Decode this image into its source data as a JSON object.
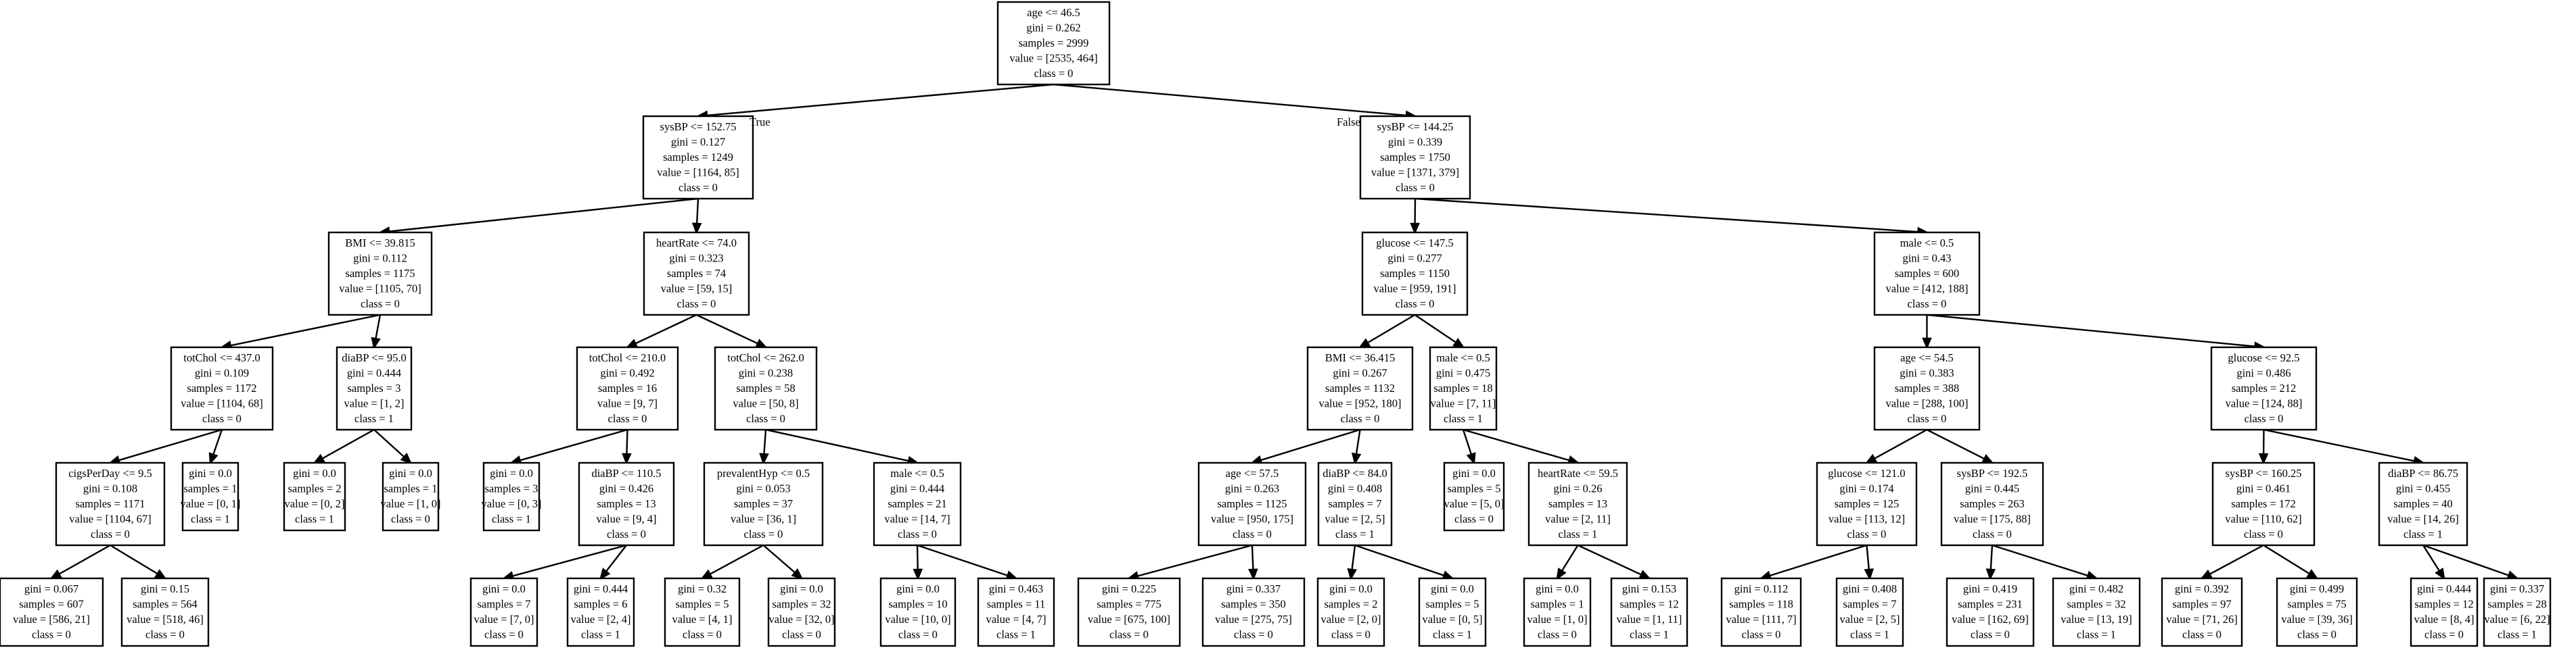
{
  "edge_labels": {
    "true": "True",
    "false": "False"
  },
  "nodes": {
    "n0": [
      "age <= 46.5",
      "gini = 0.262",
      "samples = 2999",
      "value = [2535, 464]",
      "class = 0"
    ],
    "n1": [
      "sysBP <= 152.75",
      "gini = 0.127",
      "samples = 1249",
      "value = [1164, 85]",
      "class = 0"
    ],
    "n2": [
      "sysBP <= 144.25",
      "gini = 0.339",
      "samples = 1750",
      "value = [1371, 379]",
      "class = 0"
    ],
    "n3": [
      "BMI <= 39.815",
      "gini = 0.112",
      "samples = 1175",
      "value = [1105, 70]",
      "class = 0"
    ],
    "n4": [
      "heartRate <= 74.0",
      "gini = 0.323",
      "samples = 74",
      "value = [59, 15]",
      "class = 0"
    ],
    "n5": [
      "glucose <= 147.5",
      "gini = 0.277",
      "samples = 1150",
      "value = [959, 191]",
      "class = 0"
    ],
    "n6": [
      "male <= 0.5",
      "gini = 0.43",
      "samples = 600",
      "value = [412, 188]",
      "class = 0"
    ],
    "n7": [
      "totChol <= 437.0",
      "gini = 0.109",
      "samples = 1172",
      "value = [1104, 68]",
      "class = 0"
    ],
    "n8": [
      "diaBP <= 95.0",
      "gini = 0.444",
      "samples = 3",
      "value = [1, 2]",
      "class = 1"
    ],
    "n9": [
      "totChol <= 210.0",
      "gini = 0.492",
      "samples = 16",
      "value = [9, 7]",
      "class = 0"
    ],
    "n10": [
      "totChol <= 262.0",
      "gini = 0.238",
      "samples = 58",
      "value = [50, 8]",
      "class = 0"
    ],
    "n11": [
      "BMI <= 36.415",
      "gini = 0.267",
      "samples = 1132",
      "value = [952, 180]",
      "class = 0"
    ],
    "n12": [
      "male <= 0.5",
      "gini = 0.475",
      "samples = 18",
      "value = [7, 11]",
      "class = 1"
    ],
    "n13": [
      "age <= 54.5",
      "gini = 0.383",
      "samples = 388",
      "value = [288, 100]",
      "class = 0"
    ],
    "n14": [
      "glucose <= 92.5",
      "gini = 0.486",
      "samples = 212",
      "value = [124, 88]",
      "class = 0"
    ],
    "n15": [
      "cigsPerDay <= 9.5",
      "gini = 0.108",
      "samples = 1171",
      "value = [1104, 67]",
      "class = 0"
    ],
    "n16": [
      "gini = 0.0",
      "samples = 1",
      "value = [0, 1]",
      "class = 1"
    ],
    "n17": [
      "gini = 0.0",
      "samples = 2",
      "value = [0, 2]",
      "class = 1"
    ],
    "n18": [
      "gini = 0.0",
      "samples = 1",
      "value = [1, 0]",
      "class = 0"
    ],
    "n19": [
      "gini = 0.0",
      "samples = 3",
      "value = [0, 3]",
      "class = 1"
    ],
    "n20": [
      "diaBP <= 110.5",
      "gini = 0.426",
      "samples = 13",
      "value = [9, 4]",
      "class = 0"
    ],
    "n21": [
      "prevalentHyp <= 0.5",
      "gini = 0.053",
      "samples = 37",
      "value = [36, 1]",
      "class = 0"
    ],
    "n22": [
      "male <= 0.5",
      "gini = 0.444",
      "samples = 21",
      "value = [14, 7]",
      "class = 0"
    ],
    "n23": [
      "age <= 57.5",
      "gini = 0.263",
      "samples = 1125",
      "value = [950, 175]",
      "class = 0"
    ],
    "n24": [
      "diaBP <= 84.0",
      "gini = 0.408",
      "samples = 7",
      "value = [2, 5]",
      "class = 1"
    ],
    "n25": [
      "gini = 0.0",
      "samples = 5",
      "value = [5, 0]",
      "class = 0"
    ],
    "n26": [
      "heartRate <= 59.5",
      "gini = 0.26",
      "samples = 13",
      "value = [2, 11]",
      "class = 1"
    ],
    "n27": [
      "glucose <= 121.0",
      "gini = 0.174",
      "samples = 125",
      "value = [113, 12]",
      "class = 0"
    ],
    "n28": [
      "sysBP <= 192.5",
      "gini = 0.445",
      "samples = 263",
      "value = [175, 88]",
      "class = 0"
    ],
    "n29": [
      "sysBP <= 160.25",
      "gini = 0.461",
      "samples = 172",
      "value = [110, 62]",
      "class = 0"
    ],
    "n30": [
      "diaBP <= 86.75",
      "gini = 0.455",
      "samples = 40",
      "value = [14, 26]",
      "class = 1"
    ],
    "n31": [
      "gini = 0.067",
      "samples = 607",
      "value = [586, 21]",
      "class = 0"
    ],
    "n32": [
      "gini = 0.15",
      "samples = 564",
      "value = [518, 46]",
      "class = 0"
    ],
    "n33": [
      "gini = 0.0",
      "samples = 7",
      "value = [7, 0]",
      "class = 0"
    ],
    "n34": [
      "gini = 0.444",
      "samples = 6",
      "value = [2, 4]",
      "class = 1"
    ],
    "n35": [
      "gini = 0.32",
      "samples = 5",
      "value = [4, 1]",
      "class = 0"
    ],
    "n36": [
      "gini = 0.0",
      "samples = 32",
      "value = [32, 0]",
      "class = 0"
    ],
    "n37": [
      "gini = 0.0",
      "samples = 10",
      "value = [10, 0]",
      "class = 0"
    ],
    "n38": [
      "gini = 0.463",
      "samples = 11",
      "value = [4, 7]",
      "class = 1"
    ],
    "n39": [
      "gini = 0.225",
      "samples = 775",
      "value = [675, 100]",
      "class = 0"
    ],
    "n40": [
      "gini = 0.337",
      "samples = 350",
      "value = [275, 75]",
      "class = 0"
    ],
    "n41": [
      "gini = 0.0",
      "samples = 2",
      "value = [2, 0]",
      "class = 0"
    ],
    "n42": [
      "gini = 0.0",
      "samples = 5",
      "value = [0, 5]",
      "class = 1"
    ],
    "n43": [
      "gini = 0.0",
      "samples = 1",
      "value = [1, 0]",
      "class = 0"
    ],
    "n44": [
      "gini = 0.153",
      "samples = 12",
      "value = [1, 11]",
      "class = 1"
    ],
    "n45": [
      "gini = 0.112",
      "samples = 118",
      "value = [111, 7]",
      "class = 0"
    ],
    "n46": [
      "gini = 0.408",
      "samples = 7",
      "value = [2, 5]",
      "class = 1"
    ],
    "n47": [
      "gini = 0.419",
      "samples = 231",
      "value = [162, 69]",
      "class = 0"
    ],
    "n48": [
      "gini = 0.482",
      "samples = 32",
      "value = [13, 19]",
      "class = 1"
    ],
    "n49": [
      "gini = 0.392",
      "samples = 97",
      "value = [71, 26]",
      "class = 0"
    ],
    "n50": [
      "gini = 0.499",
      "samples = 75",
      "value = [39, 36]",
      "class = 0"
    ],
    "n51": [
      "gini = 0.444",
      "samples = 12",
      "value = [8, 4]",
      "class = 0"
    ],
    "n52": [
      "gini = 0.337",
      "samples = 28",
      "value = [6, 22]",
      "class = 1"
    ]
  }
}
